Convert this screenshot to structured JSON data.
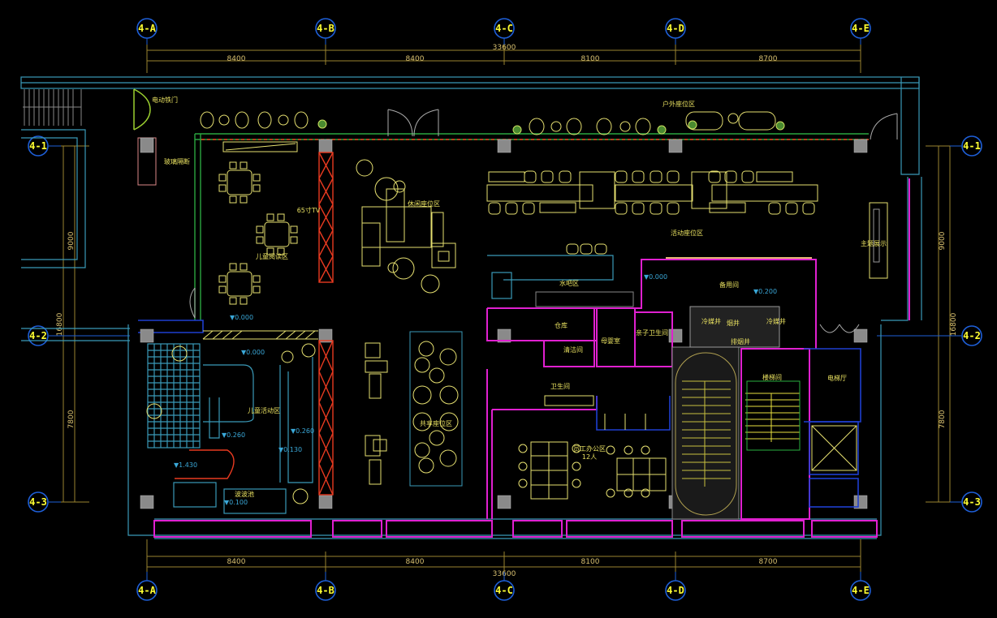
{
  "axes": {
    "columns": [
      "4-A",
      "4-B",
      "4-C",
      "4-D",
      "4-E"
    ],
    "rows": [
      "4-1",
      "4-2",
      "4-3"
    ]
  },
  "dimensions": {
    "horizontal": [
      "8400",
      "8400",
      "8100",
      "8700"
    ],
    "horizontal_total": "33600",
    "vertical": [
      "9000",
      "7800"
    ],
    "vertical_total": "16800"
  },
  "rooms": {
    "electric_gate": "电动铁门",
    "glass_partition": "玻璃隔断",
    "tv": "65寸TV",
    "kids_reading": "儿童阅读区",
    "leisure_seating": "休闲座位区",
    "outdoor_seating": "户外座位区",
    "activity_seating": "活动座位区",
    "theme_display": "主题展示",
    "water_bar": "水吧区",
    "spare_room": "备用间",
    "storage": "仓库",
    "nursing_room": "母婴室",
    "family_restroom": "亲子卫生间",
    "cleaning_room": "清洁间",
    "restroom": "卫生间",
    "staff_office": "员工办公区",
    "staff_count": "12人",
    "stairwell": "楼梯间",
    "elevator_hall": "电梯厅",
    "refrigerant_shaft_1": "冷媒井",
    "smoke_shaft": "烟井",
    "refrigerant_shaft_2": "冷媒井",
    "smoke_exhaust_shaft": "排烟井",
    "kids_activity": "儿童活动区",
    "shared_seating": "共享座位区",
    "ball_pool": "波波池"
  },
  "levels": {
    "kids_reading": "▼0.000",
    "kids_activity_top": "▼0.000",
    "slide_left": "▼0.260",
    "slide_right": "▼0.260",
    "ramp": "▼0.130",
    "platform": "▼1.430",
    "ball_pool": "▼0.100",
    "water_bar": "▼0.000",
    "spare_room": "▼0.200"
  }
}
